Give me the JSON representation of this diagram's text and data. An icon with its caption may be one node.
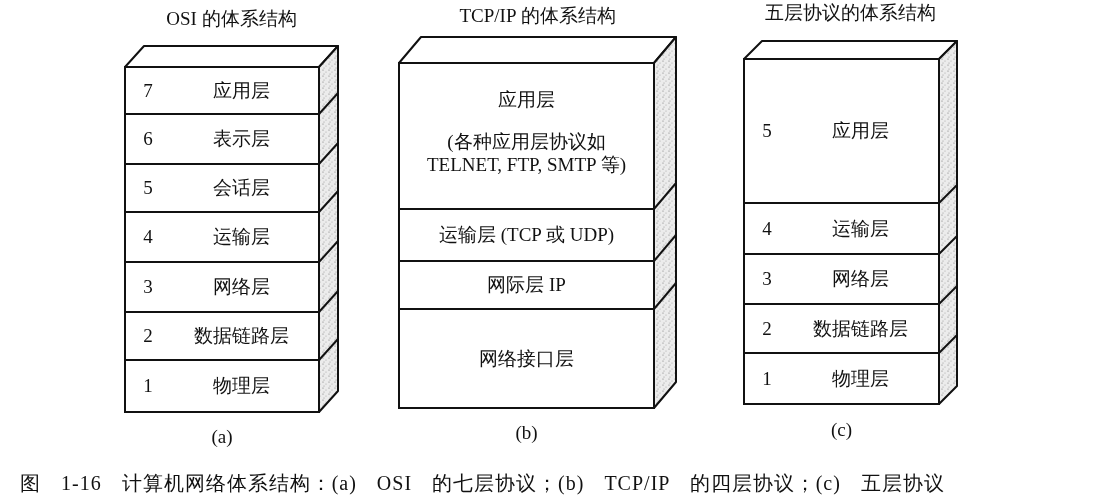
{
  "diagram": {
    "caption": "图 1-16 计算机网络体系结构：(a) OSI 的七层协议；(b) TCP/IP 的四层协议；(c) 五层协议",
    "nodes": [
      {
        "text": [
          "OSI 的体系结构"
        ],
        "beside": [
          "(a)"
        ]
      },
      {
        "text": [
          "7",
          "应用层"
        ],
        "in": 0
      },
      {
        "text": [
          "6",
          "表示层"
        ],
        "in": 0
      },
      {
        "text": [
          "5",
          "会话层"
        ],
        "in": 0
      },
      {
        "text": [
          "4",
          "运输层"
        ],
        "in": 0
      },
      {
        "text": [
          "3",
          "网络层"
        ],
        "in": 0
      },
      {
        "text": [
          "2",
          "数据链路层"
        ],
        "in": 0
      },
      {
        "text": [
          "1",
          "物理层"
        ],
        "in": 0
      },
      {
        "text": [
          "TCP/IP 的体系结构"
        ],
        "beside": [
          "(b)"
        ]
      },
      {
        "text": [
          "应用层",
          "(各种应用层协议如 TELNET, FTP, SMTP 等)"
        ],
        "in": 8
      },
      {
        "text": [
          "运输层 (TCP 或 UDP)"
        ],
        "in": 8
      },
      {
        "text": [
          "网际层 IP"
        ],
        "in": 8
      },
      {
        "text": [
          "网络接口层"
        ],
        "in": 8
      },
      {
        "text": [
          "五层协议的体系结构"
        ],
        "beside": [
          "(c)"
        ]
      },
      {
        "text": [
          "5",
          "应用层"
        ],
        "in": 13
      },
      {
        "text": [
          "4",
          "运输层"
        ],
        "in": 13
      },
      {
        "text": [
          "3",
          "网络层"
        ],
        "in": 13
      },
      {
        "text": [
          "2",
          "数据链路层"
        ],
        "in": 13
      },
      {
        "text": [
          "1",
          "物理层"
        ],
        "in": 13
      }
    ]
  }
}
